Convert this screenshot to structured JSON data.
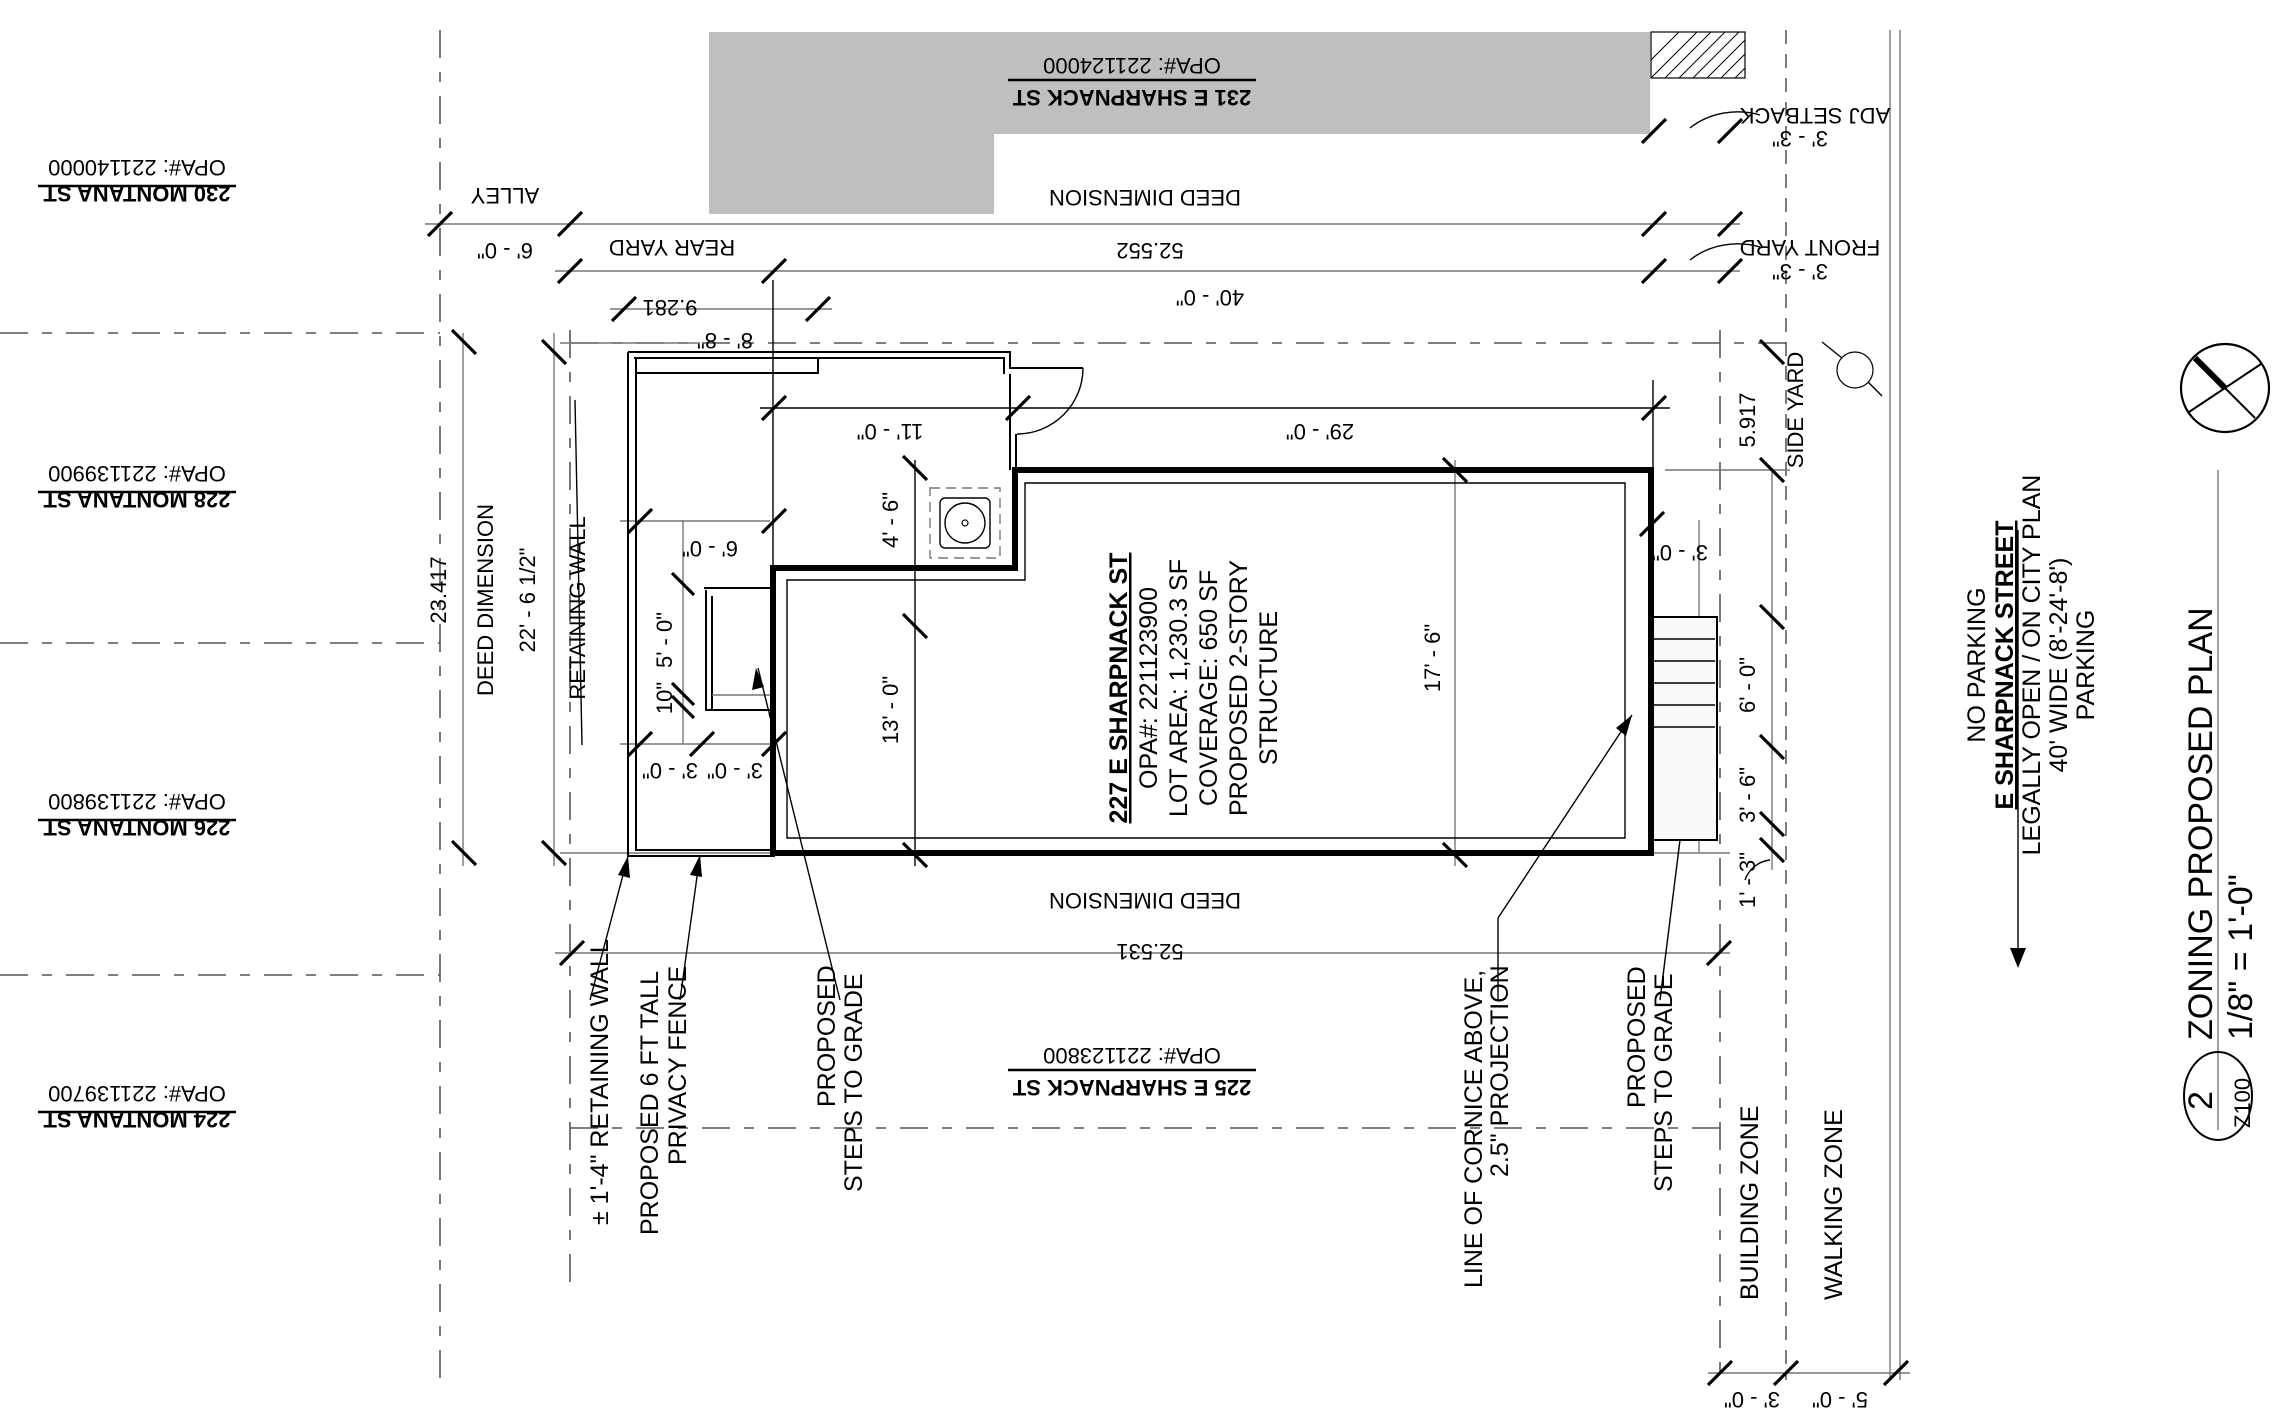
{
  "drawing": {
    "title": "ZONING PROPOSED PLAN",
    "scale": "1/8\" = 1'-0\"",
    "detail_number": "2",
    "sheet_number": "Z100"
  },
  "subject_property": {
    "address": "227 E SHARPNACK ST",
    "opa": "OPA#: 221123900",
    "lot_area": "LOT AREA: 1,230.3 SF",
    "coverage": "COVERAGE: 650 SF",
    "description_line1": "PROPOSED 2-STORY",
    "description_line2": "STRUCTURE"
  },
  "neighbors": [
    {
      "address": "231 E SHARPNACK ST",
      "opa": "OPA#: 221124000",
      "position": "top"
    },
    {
      "address": "225 E SHARPNACK ST",
      "opa": "OPA#: 221123800",
      "position": "bottom"
    },
    {
      "address": "230 MONTANA ST",
      "opa": "OPA#: 221140000",
      "position": "left-1"
    },
    {
      "address": "228 MONTANA ST",
      "opa": "OPA#: 221139900",
      "position": "left-2"
    },
    {
      "address": "226 MONTANA ST",
      "opa": "OPA#: 221139800",
      "position": "left-3"
    },
    {
      "address": "224 MONTANA ST",
      "opa": "OPA#: 221139700",
      "position": "left-4"
    }
  ],
  "street": {
    "name": "E SHARPNACK STREET",
    "no_parking": "NO PARKING",
    "status": "LEGALLY OPEN / ON CITY PLAN",
    "width": "40' WIDE (8'-24'-8')",
    "parking": "PARKING"
  },
  "labels": {
    "alley": "ALLEY",
    "rear_yard": "REAR YARD",
    "front_yard": "FRONT YARD",
    "adj_setback": "ADJ SETBACK",
    "side_yard": "SIDE YARD",
    "deed_dimension_top": "DEED DIMENSION",
    "deed_dimension_bottom": "DEED DIMENSION",
    "deed_dimension_left": "DEED DIMENSION",
    "retaining_wall": "RETAINING WALL",
    "building_zone": "BUILDING ZONE",
    "walking_zone": "WALKING ZONE"
  },
  "callouts": {
    "retaining_wall_height": "± 1'-4\" RETAINING WALL",
    "fence_line1": "PROPOSED 6 FT TALL",
    "fence_line2": "PRIVACY FENCE",
    "rear_steps_line1": "PROPOSED",
    "rear_steps_line2": "STEPS TO GRADE",
    "cornice_line1": "LINE OF CORNICE ABOVE,",
    "cornice_line2": "2.5\" PROJECTION",
    "front_steps_line1": "PROPOSED",
    "front_steps_line2": "STEPS TO GRADE"
  },
  "dimensions": {
    "alley_width": "6' - 0\"",
    "deed_top": "52.552",
    "deed_bottom": "52.531",
    "deed_left_survey": "23.417",
    "deed_left": "22' - 6 1/2\"",
    "building_length": "40' - 0\"",
    "rear_yard_survey": "9.281",
    "rear_yard": "8' - 8\"",
    "rear_section": "11' - 0\"",
    "front_section": "29' - 0\"",
    "front_yard": "3' - 3\"",
    "adj_setback": "3' - 3\"",
    "side_yard": "5.917",
    "notch_depth": "4' - 6\"",
    "rear_offset": "6' - 0\"",
    "steps_length": "5' - 0\"",
    "steps_gap": "10\"",
    "rear_width_a": "3' - 0\"",
    "rear_width_b": "3' - 0\"",
    "rear_width_total": "13' - 0\"",
    "front_width": "17' - 6\"",
    "front_step_offset": "3' - 0\"",
    "front_steps_width": "6' - 0\"",
    "front_landing": "3' - 6\"",
    "front_end": "1' - 3\"",
    "building_zone_width": "3' - 0\"",
    "walking_zone_width": "5' - 0\""
  },
  "colors": {
    "neighbor_fill": "#bfbfbf",
    "line": "#000000",
    "background": "#ffffff"
  }
}
